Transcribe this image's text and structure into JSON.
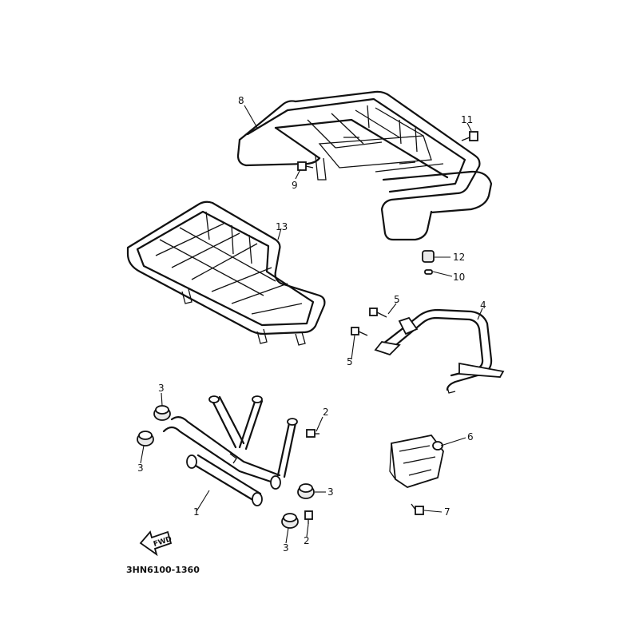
{
  "diagram": {
    "code": "3HN6100-1360",
    "fwd_label": "FWD",
    "callouts": {
      "c1": "1",
      "c2a": "2",
      "c2b": "2",
      "c3a": "3",
      "c3b": "3",
      "c3c": "3",
      "c3d": "3",
      "c4": "4",
      "c5a": "5",
      "c5b": "5",
      "c6": "6",
      "c7": "7",
      "c8": "8",
      "c9": "9",
      "c10": "10",
      "c11": "11",
      "c12": "12",
      "c13": "13"
    }
  }
}
